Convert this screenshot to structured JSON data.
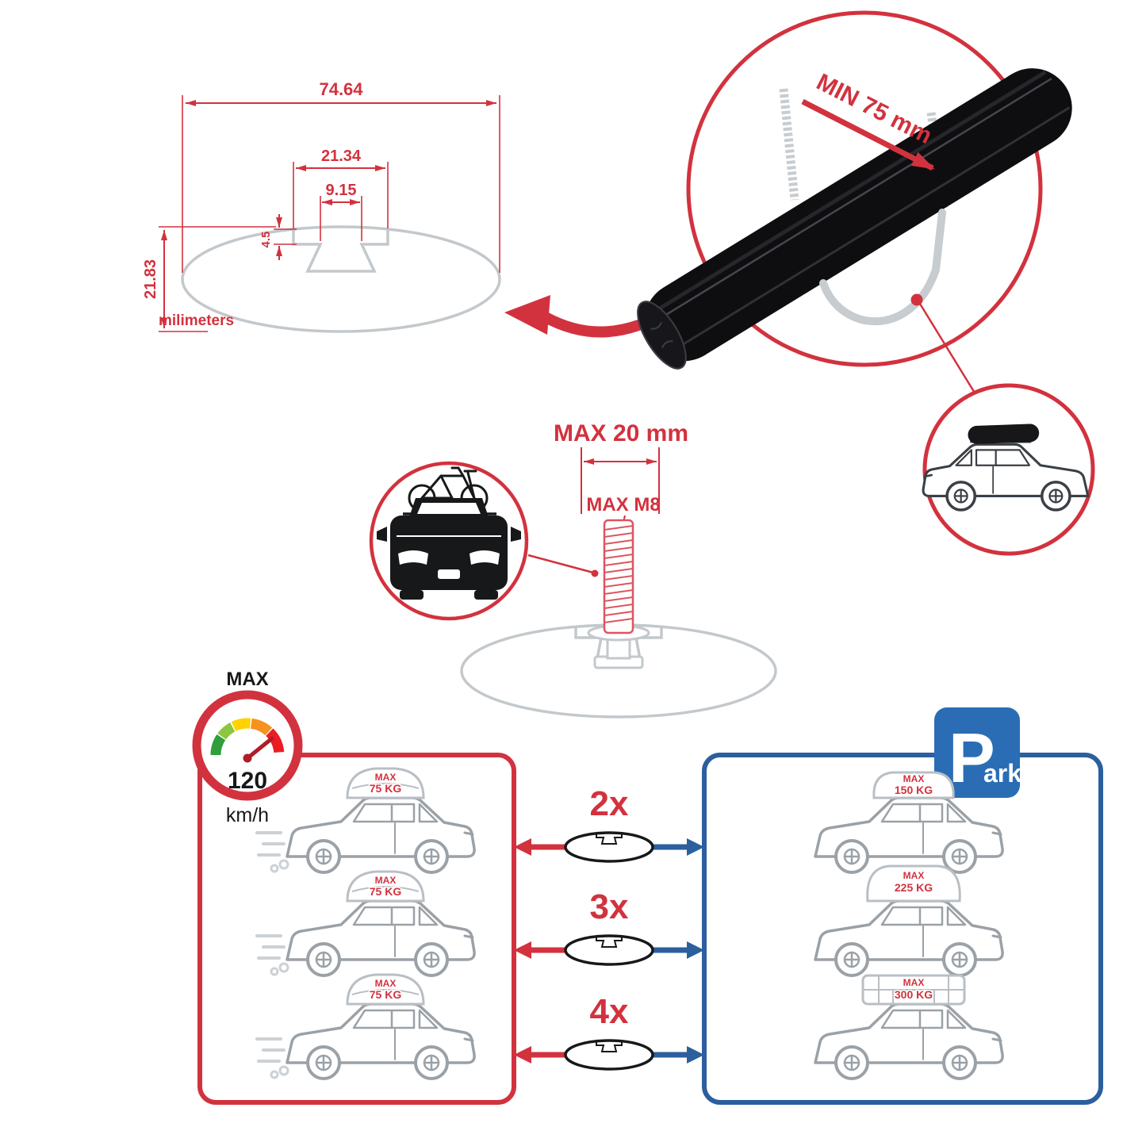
{
  "colors": {
    "red": "#d2323e",
    "blue": "#2b5f9e",
    "park_blue": "#2a6db5",
    "gray_outline": "#c3c8cc",
    "car_gray": "#9aa1a7",
    "bar_black": "#0e0e10"
  },
  "profile_drawing": {
    "outer_width": "74.64",
    "channel_width": "21.34",
    "slot_width": "9.15",
    "lip_depth": "4.5",
    "profile_height": "21.83",
    "units": "milimeters"
  },
  "clamp_detail": {
    "min_span": "MIN 75 mm"
  },
  "bolt_detail": {
    "max_length": "MAX 20 mm",
    "max_thread": "MAX M8"
  },
  "speed_limit": {
    "label": "MAX",
    "value": "120",
    "unit": "km/h"
  },
  "driving_panel": {
    "cars": [
      {
        "max": "MAX",
        "weight": "75 KG"
      },
      {
        "max": "MAX",
        "weight": "75 KG"
      },
      {
        "max": "MAX",
        "weight": "75 KG"
      }
    ]
  },
  "parking_panel": {
    "sign_letter": "P",
    "sign_rest": "ark",
    "cars": [
      {
        "max": "MAX",
        "weight": "150 KG"
      },
      {
        "max": "MAX",
        "weight": "225 KG"
      },
      {
        "max": "MAX",
        "weight": "300 KG"
      }
    ]
  },
  "multipliers": [
    {
      "label": "2x"
    },
    {
      "label": "3x"
    },
    {
      "label": "4x"
    }
  ]
}
